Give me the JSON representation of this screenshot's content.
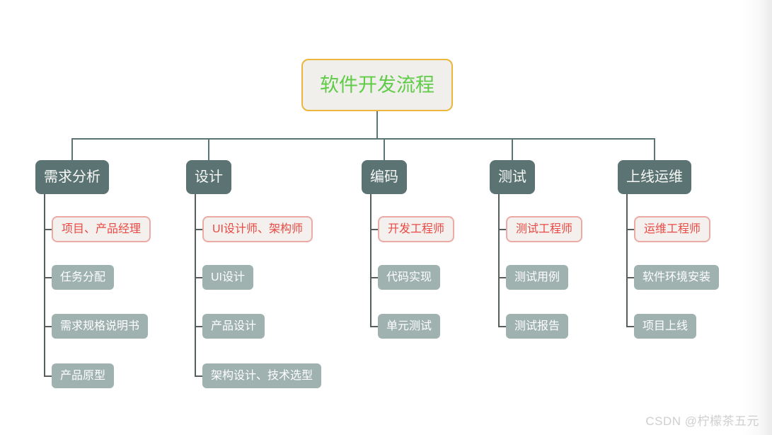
{
  "diagram": {
    "title": "软件开发流程",
    "root": {
      "label": "软件开发流程"
    },
    "branches": [
      {
        "label": "需求分析",
        "children": [
          {
            "label": "项目、产品经理",
            "type": "role"
          },
          {
            "label": "任务分配",
            "type": "task"
          },
          {
            "label": "需求规格说明书",
            "type": "task"
          },
          {
            "label": "产品原型",
            "type": "task"
          }
        ]
      },
      {
        "label": "设计",
        "children": [
          {
            "label": "UI设计师、架构师",
            "type": "role"
          },
          {
            "label": "UI设计",
            "type": "task"
          },
          {
            "label": "产品设计",
            "type": "task"
          },
          {
            "label": "架构设计、技术选型",
            "type": "task"
          }
        ]
      },
      {
        "label": "编码",
        "children": [
          {
            "label": "开发工程师",
            "type": "role"
          },
          {
            "label": "代码实现",
            "type": "task"
          },
          {
            "label": "单元测试",
            "type": "task"
          }
        ]
      },
      {
        "label": "测试",
        "children": [
          {
            "label": "测试工程师",
            "type": "role"
          },
          {
            "label": "测试用例",
            "type": "task"
          },
          {
            "label": "测试报告",
            "type": "task"
          }
        ]
      },
      {
        "label": "上线运维",
        "children": [
          {
            "label": "运维工程师",
            "type": "role"
          },
          {
            "label": "软件环境安装",
            "type": "task"
          },
          {
            "label": "项目上线",
            "type": "task"
          }
        ]
      }
    ],
    "colors": {
      "root_background": "#f1efec",
      "root_border": "#ecb53e",
      "root_text": "#60cb47",
      "branch_background": "#5b7473",
      "branch_text": "#f7f8f6",
      "child_background": "#9fb2b0",
      "child_text": "#ffffff",
      "role_background": "#f4f0ed",
      "role_border": "#ecaaa5",
      "role_text": "#e94a45",
      "connector_top": "#5b7574",
      "connector_tree": "#575f5e"
    }
  },
  "watermark": {
    "text": "CSDN @柠檬茶五元"
  }
}
